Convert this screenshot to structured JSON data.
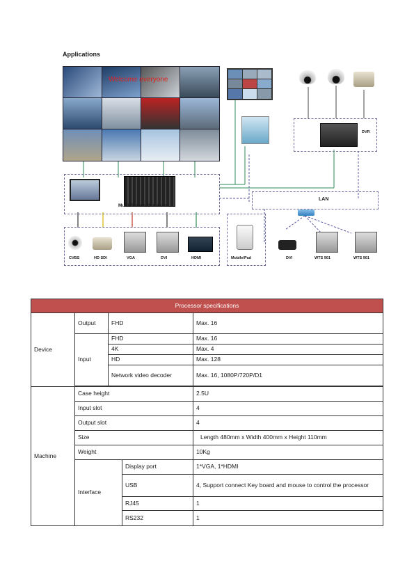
{
  "section_heading": "Applications",
  "diagram": {
    "video_wall_caption": "Welcome everyone",
    "processor_label": "Multi-Screen Processor",
    "lan_label": "LAN",
    "dvr_label": "DVR",
    "mobile_label": "Mobile\\Pad",
    "inputs": [
      "CVBS",
      "HD SDI",
      "VGA",
      "DVI",
      "HDMI"
    ],
    "network_devices": [
      "DVI",
      "WTS 901",
      "WTS 901"
    ]
  },
  "spec_table": {
    "title": "Processor specifications",
    "device": {
      "label": "Device",
      "output": {
        "label": "Output",
        "name": "FHD",
        "value": "Max. 16"
      },
      "input": {
        "label": "Input",
        "rows": [
          {
            "name": "FHD",
            "value": "Max. 16"
          },
          {
            "name": "4K",
            "value": "Max. 4"
          },
          {
            "name": "HD",
            "value": "Max. 128"
          },
          {
            "name": "Network video decoder",
            "value": "Max. 16, 1080P/720P/D1"
          }
        ]
      }
    },
    "machine": {
      "label": "Machine",
      "rows": [
        {
          "name": "Case height",
          "value": "2.5U"
        },
        {
          "name": "Input slot",
          "value": "4"
        },
        {
          "name": "Output slot",
          "value": "4"
        },
        {
          "name": "Size",
          "value": "Length 480mm x Width 400mm x Height 110mm"
        },
        {
          "name": "Weight",
          "value": "10Kg"
        }
      ],
      "interface": {
        "label": "Interface",
        "rows": [
          {
            "name": "Display port",
            "value": "1*VGA, 1*HDMI"
          },
          {
            "name": "USB",
            "value": "4, Support connect Key board and mouse to control the processor"
          },
          {
            "name": "RJ45",
            "value": "1"
          },
          {
            "name": "RS232",
            "value": "1"
          }
        ]
      }
    }
  }
}
